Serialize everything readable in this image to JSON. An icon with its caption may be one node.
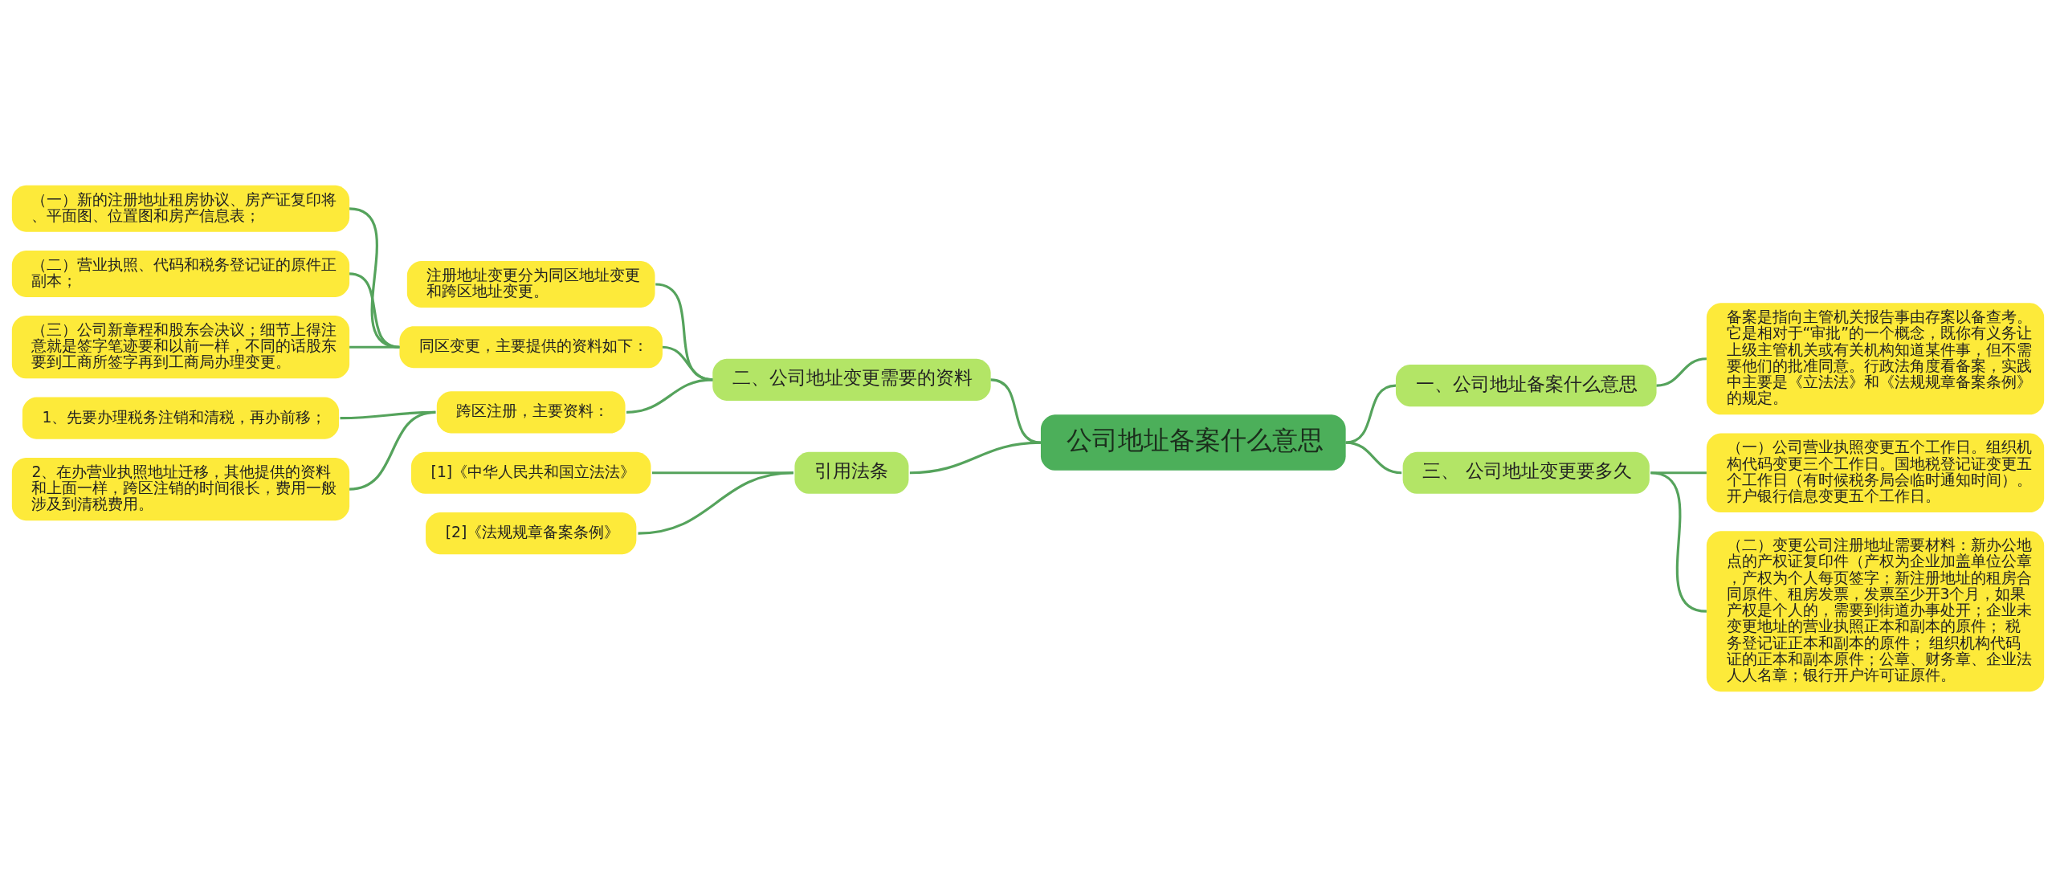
{
  "diagram": {
    "nodes": [
      {
        "text": [
          "公司地址备案什么意思"
        ]
      },
      {
        "text": [
          "二、公司地址变更需要的资料"
        ]
      },
      {
        "text": [
          "注册地址变更分为同区地址变更和跨区地址变更。"
        ]
      },
      {
        "text": [
          "同区变更，主要提供的资料如下："
        ]
      },
      {
        "text": [
          "（一）新的注册地址租房协议、房产证复印将、平面图、位置图和房产信息表；"
        ]
      },
      {
        "text": [
          "（二）营业执照、代码和税务登记证的原件正副本；"
        ]
      },
      {
        "text": [
          "（三）公司新章程和股东会决议；细节上得注意就是签字笔迹要和以前一样，不同的话股东要到工商所签字再到工商局办理变更。"
        ]
      },
      {
        "text": [
          "跨区注册，主要资料："
        ]
      },
      {
        "text": [
          "1、先要办理税务注销和清税，再办前移；"
        ]
      },
      {
        "text": [
          "2、在办营业执照地址迁移，其他提供的资料和上面一样，跨区注销的时间很长，费用一般涉及到清税费用。"
        ]
      },
      {
        "text": [
          "引用法条"
        ]
      },
      {
        "text": [
          "[1]《中华人民共和国立法法》"
        ]
      },
      {
        "text": [
          "[2]《法规规章备案条例》"
        ]
      },
      {
        "text": [
          "一、公司地址备案什么意思"
        ]
      },
      {
        "text": [
          "备案是指向主管机关报告事由存案以备查考。它是相对于“审批”的一个概念，既你有义务让上级主管机关或有关机构知道某件事，但不需要他们的批准同意。行政法角度看备案，实践中主要是《立法法》和《法规规章备案条例》的规定。"
        ]
      },
      {
        "text": [
          "三、 公司地址变更要多久"
        ]
      },
      {
        "text": [
          "（一）公司营业执照变更五个工作日。组织机构代码变更三个工作日。国地税登记证变更五个工作日（有时候税务局会临时通知时间）。开户银行信息变更五个工作日。"
        ]
      },
      {
        "text": [
          "（二）变更公司注册地址需要材料：新办公地点的产权证复印件（产权为企业加盖单位公章，产权为个人每页签字；新注册地址的租房合同原件、租房发票，发票至少开3个月，如果产权是个人的，需要到街道办事处开；企业未变更地址的营业执照正本和副本的原件； 税务登记证正本和副本的原件； 组织机构代码证的正本和副本原件；公章、财务章、企业法人人名章；银行开户许可证原件。"
        ]
      }
    ],
    "edges": [
      {
        "from": 1,
        "to": 0,
        "arrow": "none"
      },
      {
        "from": 2,
        "to": 1,
        "arrow": "none"
      },
      {
        "from": 3,
        "to": 1,
        "arrow": "none"
      },
      {
        "from": 4,
        "to": 3,
        "arrow": "none"
      },
      {
        "from": 5,
        "to": 3,
        "arrow": "none"
      },
      {
        "from": 6,
        "to": 3,
        "arrow": "none"
      },
      {
        "from": 7,
        "to": 1,
        "arrow": "none"
      },
      {
        "from": 8,
        "to": 7,
        "arrow": "none"
      },
      {
        "from": 9,
        "to": 7,
        "arrow": "none"
      },
      {
        "from": 10,
        "to": 0,
        "arrow": "none"
      },
      {
        "from": 11,
        "to": 10,
        "arrow": "none"
      },
      {
        "from": 12,
        "to": 10,
        "arrow": "none"
      },
      {
        "from": 0,
        "to": 13,
        "arrow": "none"
      },
      {
        "from": 13,
        "to": 14,
        "arrow": "none"
      },
      {
        "from": 0,
        "to": 15,
        "arrow": "none"
      },
      {
        "from": 15,
        "to": 16,
        "arrow": "none"
      },
      {
        "from": 15,
        "to": 17,
        "arrow": "none"
      }
    ]
  }
}
